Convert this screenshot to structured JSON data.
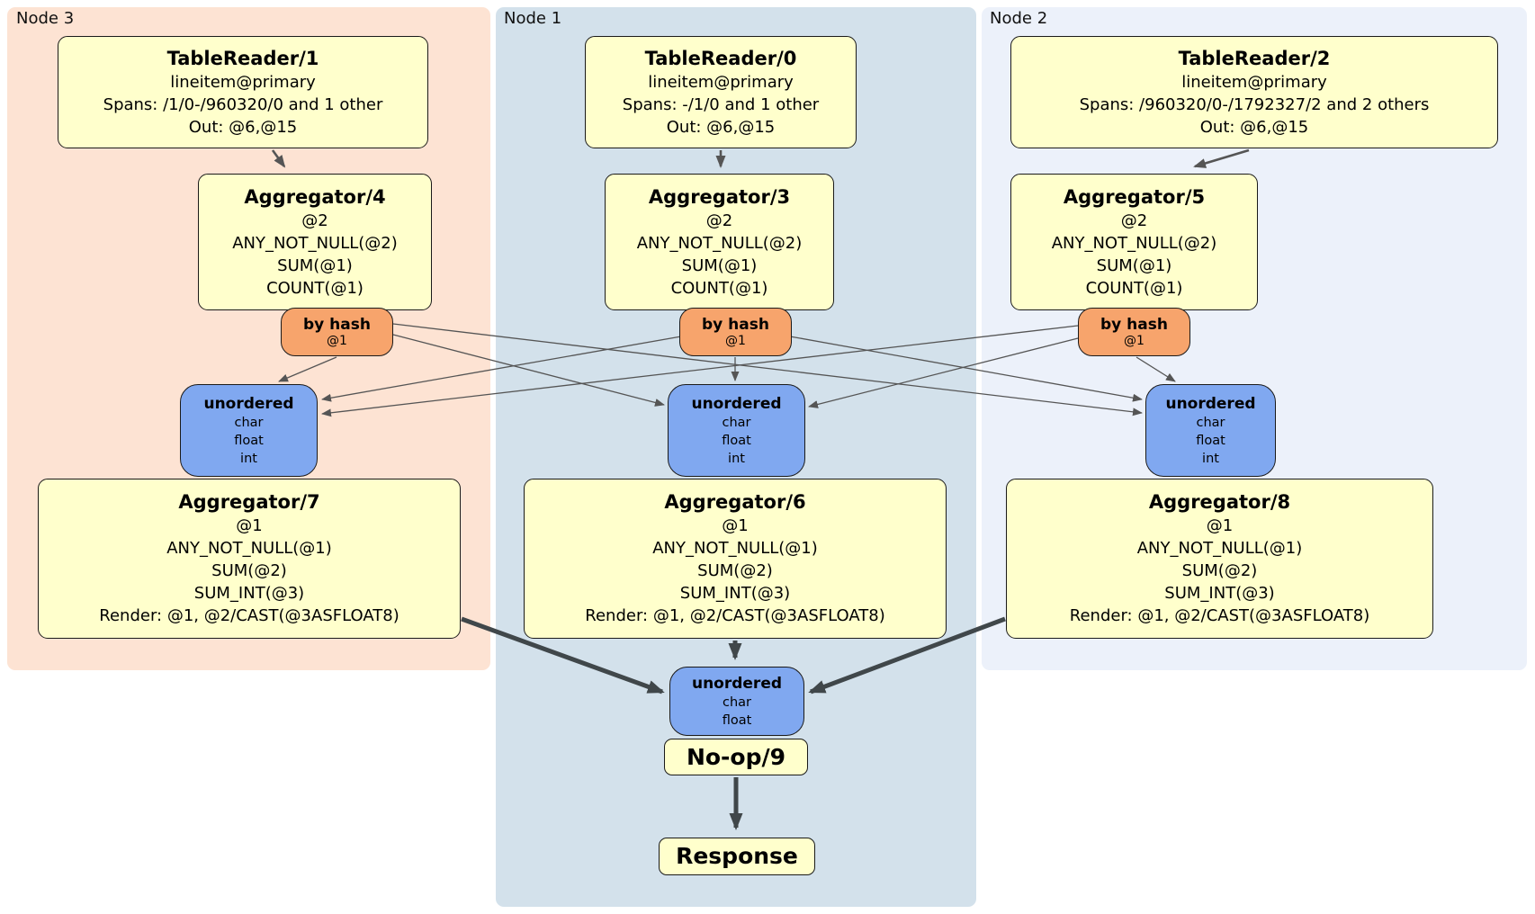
{
  "regions": {
    "node3": {
      "label": "Node 3"
    },
    "node1": {
      "label": "Node 1"
    },
    "node2": {
      "label": "Node 2"
    }
  },
  "operators": {
    "tr1": {
      "title": "TableReader/1",
      "lines": [
        "lineitem@primary",
        "Spans: /1/0-/960320/0 and 1 other",
        "Out: @6,@15"
      ]
    },
    "tr0": {
      "title": "TableReader/0",
      "lines": [
        "lineitem@primary",
        "Spans: -/1/0 and 1 other",
        "Out: @6,@15"
      ]
    },
    "tr2": {
      "title": "TableReader/2",
      "lines": [
        "lineitem@primary",
        "Spans: /960320/0-/1792327/2 and 2 others",
        "Out: @6,@15"
      ]
    },
    "agg4": {
      "title": "Aggregator/4",
      "lines": [
        "@2",
        "ANY_NOT_NULL(@2)",
        "SUM(@1)",
        "COUNT(@1)"
      ]
    },
    "agg3": {
      "title": "Aggregator/3",
      "lines": [
        "@2",
        "ANY_NOT_NULL(@2)",
        "SUM(@1)",
        "COUNT(@1)"
      ]
    },
    "agg5": {
      "title": "Aggregator/5",
      "lines": [
        "@2",
        "ANY_NOT_NULL(@2)",
        "SUM(@1)",
        "COUNT(@1)"
      ]
    },
    "agg7": {
      "title": "Aggregator/7",
      "lines": [
        "@1",
        "ANY_NOT_NULL(@1)",
        "SUM(@2)",
        "SUM_INT(@3)",
        "Render: @1, @2/CAST(@3ASFLOAT8)"
      ]
    },
    "agg6": {
      "title": "Aggregator/6",
      "lines": [
        "@1",
        "ANY_NOT_NULL(@1)",
        "SUM(@2)",
        "SUM_INT(@3)",
        "Render: @1, @2/CAST(@3ASFLOAT8)"
      ]
    },
    "agg8": {
      "title": "Aggregator/8",
      "lines": [
        "@1",
        "ANY_NOT_NULL(@1)",
        "SUM(@2)",
        "SUM_INT(@3)",
        "Render: @1, @2/CAST(@3ASFLOAT8)"
      ]
    },
    "noop": {
      "title": "No-op/9"
    },
    "response": {
      "title": "Response"
    }
  },
  "routers": {
    "r3": {
      "label": "by hash",
      "detail": "@1"
    },
    "r1": {
      "label": "by hash",
      "detail": "@1"
    },
    "r2": {
      "label": "by hash",
      "detail": "@1"
    }
  },
  "synchronizers": {
    "s3": {
      "label": "unordered",
      "items": [
        "char",
        "float",
        "int"
      ]
    },
    "s1": {
      "label": "unordered",
      "items": [
        "char",
        "float",
        "int"
      ]
    },
    "s2": {
      "label": "unordered",
      "items": [
        "char",
        "float",
        "int"
      ]
    },
    "final": {
      "label": "unordered",
      "items": [
        "char",
        "float"
      ]
    }
  },
  "colors": {
    "operator_fill": "#ffffcc",
    "router_fill": "#f7a46c",
    "sync_fill": "#80a8f0",
    "node3_bg": "#fde3d3",
    "node1_bg": "#d3e1eb",
    "node2_bg": "#ecf1fa",
    "edge_thin": "#555555",
    "edge_thick": "#40474a"
  }
}
